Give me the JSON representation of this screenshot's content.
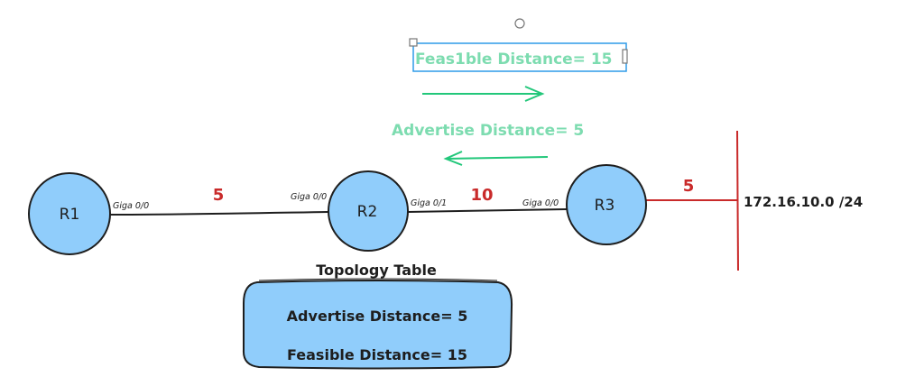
{
  "diagram": {
    "colors": {
      "router_fill": "#90cdfb",
      "stroke": "#1e1e1e",
      "cost": "#c92a2a",
      "annotation_text": "#7ddcb0",
      "annotation_arrow": "#22c77a",
      "selection": "#2f9be8"
    },
    "routers": [
      {
        "id": "R1",
        "label": "R1"
      },
      {
        "id": "R2",
        "label": "R2"
      },
      {
        "id": "R3",
        "label": "R3"
      }
    ],
    "links": [
      {
        "from": "R1",
        "to": "R2",
        "cost": "5",
        "from_port": "Giga 0/0",
        "to_port": "Giga 0/0"
      },
      {
        "from": "R2",
        "to": "R3",
        "cost": "10",
        "from_port": "Giga 0/1",
        "to_port": "Giga 0/0"
      },
      {
        "from": "R3",
        "to": "network",
        "cost": "5"
      }
    ],
    "network": {
      "label": "172.16.10.0 /24"
    },
    "annotations": {
      "feasible_selected": "Feas1ble Distance= 15",
      "advertise": "Advertise Distance= 5",
      "arrow_right": "toward R3",
      "arrow_left": "toward R2"
    },
    "topology_table": {
      "title": "Topology Table",
      "rows": [
        "Advertise Distance= 5",
        "Feasible Distance= 15"
      ]
    }
  }
}
